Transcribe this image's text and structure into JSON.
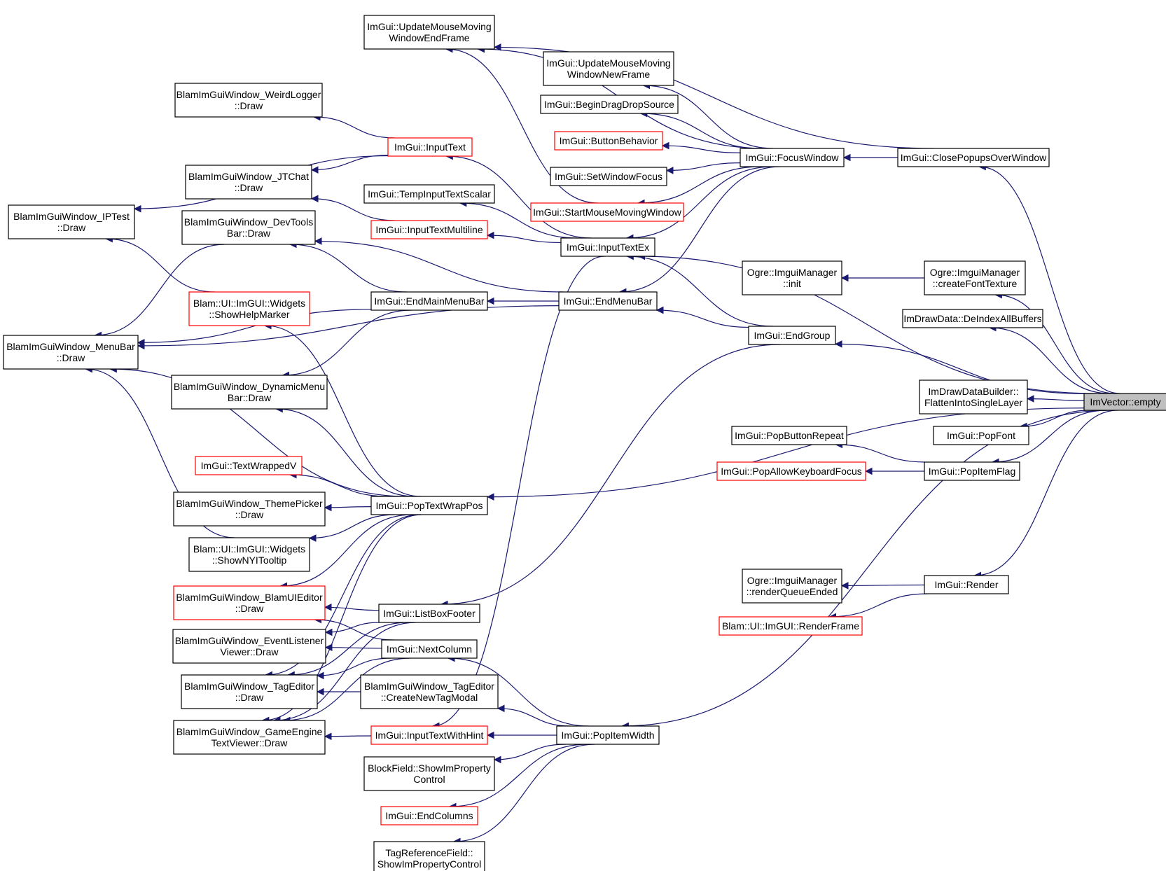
{
  "diagram": {
    "root": "n_root",
    "nodes": [
      {
        "id": "n_root",
        "lines": [
          "ImVector::empty"
        ],
        "border": "black",
        "fill": "#bfbfbf"
      },
      {
        "id": "n_umm_end",
        "lines": [
          "ImGui::UpdateMouseMoving",
          "WindowEndFrame"
        ],
        "border": "black"
      },
      {
        "id": "n_umm_new",
        "lines": [
          "ImGui::UpdateMouseMoving",
          "WindowNewFrame"
        ],
        "border": "black"
      },
      {
        "id": "n_bdds",
        "lines": [
          "ImGui::BeginDragDropSource"
        ],
        "border": "black"
      },
      {
        "id": "n_btnbeh",
        "lines": [
          "ImGui::ButtonBehavior"
        ],
        "border": "red"
      },
      {
        "id": "n_setwf",
        "lines": [
          "ImGui::SetWindowFocus"
        ],
        "border": "black"
      },
      {
        "id": "n_smmw",
        "lines": [
          "ImGui::StartMouseMovingWindow"
        ],
        "border": "red"
      },
      {
        "id": "n_focus",
        "lines": [
          "ImGui::FocusWindow"
        ],
        "border": "black"
      },
      {
        "id": "n_closepop",
        "lines": [
          "ImGui::ClosePopupsOverWindow"
        ],
        "border": "black"
      },
      {
        "id": "n_weird",
        "lines": [
          "BlamImGuiWindow_WeirdLogger",
          "::Draw"
        ],
        "border": "black"
      },
      {
        "id": "n_inputtext",
        "lines": [
          "ImGui::InputText"
        ],
        "border": "red"
      },
      {
        "id": "n_jchat",
        "lines": [
          "BlamImGuiWindow_JTChat",
          "::Draw"
        ],
        "border": "black"
      },
      {
        "id": "n_tempin",
        "lines": [
          "ImGui::TempInputTextScalar"
        ],
        "border": "black"
      },
      {
        "id": "n_iptest",
        "lines": [
          "BlamImGuiWindow_IPTest",
          "::Draw"
        ],
        "border": "black"
      },
      {
        "id": "n_devtools",
        "lines": [
          "BlamImGuiWindow_DevTools",
          "Bar::Draw"
        ],
        "border": "black"
      },
      {
        "id": "n_itmulti",
        "lines": [
          "ImGui::InputTextMultiline"
        ],
        "border": "red"
      },
      {
        "id": "n_itex",
        "lines": [
          "ImGui::InputTextEx"
        ],
        "border": "black"
      },
      {
        "id": "n_ogre_init",
        "lines": [
          "Ogre::ImguiManager",
          "::init"
        ],
        "border": "black"
      },
      {
        "id": "n_ogre_cft",
        "lines": [
          "Ogre::ImguiManager",
          "::createFontTexture"
        ],
        "border": "black"
      },
      {
        "id": "n_helpm",
        "lines": [
          "Blam::UI::ImGUI::Widgets",
          "::ShowHelpMarker"
        ],
        "border": "red"
      },
      {
        "id": "n_endmain",
        "lines": [
          "ImGui::EndMainMenuBar"
        ],
        "border": "black"
      },
      {
        "id": "n_endmenu",
        "lines": [
          "ImGui::EndMenuBar"
        ],
        "border": "black"
      },
      {
        "id": "n_deindex",
        "lines": [
          "ImDrawData::DeIndexAllBuffers"
        ],
        "border": "black"
      },
      {
        "id": "n_menubar",
        "lines": [
          "BlamImGuiWindow_MenuBar",
          "::Draw"
        ],
        "border": "black"
      },
      {
        "id": "n_endgroup",
        "lines": [
          "ImGui::EndGroup"
        ],
        "border": "black"
      },
      {
        "id": "n_dynmenu",
        "lines": [
          "BlamImGuiWindow_DynamicMenu",
          "Bar::Draw"
        ],
        "border": "black"
      },
      {
        "id": "n_flatten",
        "lines": [
          "ImDrawDataBuilder::",
          "FlattenIntoSingleLayer"
        ],
        "border": "black"
      },
      {
        "id": "n_popbr",
        "lines": [
          "ImGui::PopButtonRepeat"
        ],
        "border": "black"
      },
      {
        "id": "n_popfont",
        "lines": [
          "ImGui::PopFont"
        ],
        "border": "black"
      },
      {
        "id": "n_popakf",
        "lines": [
          "ImGui::PopAllowKeyboardFocus"
        ],
        "border": "red"
      },
      {
        "id": "n_popif",
        "lines": [
          "ImGui::PopItemFlag"
        ],
        "border": "black"
      },
      {
        "id": "n_twv",
        "lines": [
          "ImGui::TextWrappedV"
        ],
        "border": "red"
      },
      {
        "id": "n_theme",
        "lines": [
          "BlamImGuiWindow_ThemePicker",
          "::Draw"
        ],
        "border": "black"
      },
      {
        "id": "n_poptwp",
        "lines": [
          "ImGui::PopTextWrapPos"
        ],
        "border": "black"
      },
      {
        "id": "n_nyi",
        "lines": [
          "Blam::UI::ImGUI::Widgets",
          "::ShowNYITooltip"
        ],
        "border": "black"
      },
      {
        "id": "n_ogre_rqe",
        "lines": [
          "Ogre::ImguiManager",
          "::renderQueueEnded"
        ],
        "border": "black"
      },
      {
        "id": "n_render",
        "lines": [
          "ImGui::Render"
        ],
        "border": "black"
      },
      {
        "id": "n_blamui",
        "lines": [
          "BlamImGuiWindow_BlamUIEditor",
          "::Draw"
        ],
        "border": "red"
      },
      {
        "id": "n_lbf",
        "lines": [
          "ImGui::ListBoxFooter"
        ],
        "border": "black"
      },
      {
        "id": "n_renderframe",
        "lines": [
          "Blam::UI::ImGUI::RenderFrame"
        ],
        "border": "red"
      },
      {
        "id": "n_evtlist",
        "lines": [
          "BlamImGuiWindow_EventListener",
          "Viewer::Draw"
        ],
        "border": "black"
      },
      {
        "id": "n_nextcol",
        "lines": [
          "ImGui::NextColumn"
        ],
        "border": "black"
      },
      {
        "id": "n_tageditor",
        "lines": [
          "BlamImGuiWindow_TagEditor",
          "::Draw"
        ],
        "border": "black"
      },
      {
        "id": "n_tagnew",
        "lines": [
          "BlamImGuiWindow_TagEditor",
          "::CreateNewTagModal"
        ],
        "border": "black"
      },
      {
        "id": "n_gametext",
        "lines": [
          "BlamImGuiWindow_GameEngine",
          "TextViewer::Draw"
        ],
        "border": "black"
      },
      {
        "id": "n_ithint",
        "lines": [
          "ImGui::InputTextWithHint"
        ],
        "border": "red"
      },
      {
        "id": "n_popiw",
        "lines": [
          "ImGui::PopItemWidth"
        ],
        "border": "black"
      },
      {
        "id": "n_blockfield",
        "lines": [
          "BlockField::ShowImProperty",
          "Control"
        ],
        "border": "black"
      },
      {
        "id": "n_endcols",
        "lines": [
          "ImGui::EndColumns"
        ],
        "border": "red"
      },
      {
        "id": "n_tagref",
        "lines": [
          "TagReferenceField::",
          "ShowImPropertyControl"
        ],
        "border": "black"
      }
    ],
    "edges": [
      [
        "n_umm_end",
        "n_focus"
      ],
      [
        "n_umm_end",
        "n_closepop"
      ],
      [
        "n_umm_end",
        "n_smmw"
      ],
      [
        "n_umm_new",
        "n_focus"
      ],
      [
        "n_bdds",
        "n_focus"
      ],
      [
        "n_btnbeh",
        "n_focus"
      ],
      [
        "n_setwf",
        "n_focus"
      ],
      [
        "n_smmw",
        "n_focus"
      ],
      [
        "n_itex",
        "n_focus"
      ],
      [
        "n_endmenu",
        "n_focus"
      ],
      [
        "n_focus",
        "n_closepop"
      ],
      [
        "n_closepop",
        "n_root"
      ],
      [
        "n_weird",
        "n_inputtext"
      ],
      [
        "n_iptest",
        "n_inputtext"
      ],
      [
        "n_jchat",
        "n_inputtext"
      ],
      [
        "n_inputtext",
        "n_itex"
      ],
      [
        "n_tempin",
        "n_itex"
      ],
      [
        "n_itmulti",
        "n_itex"
      ],
      [
        "n_jchat",
        "n_itmulti"
      ],
      [
        "n_ithint",
        "n_itex"
      ],
      [
        "n_itex",
        "n_root"
      ],
      [
        "n_itex",
        "n_endgroup"
      ],
      [
        "n_ogre_init",
        "n_ogre_cft"
      ],
      [
        "n_ogre_cft",
        "n_root"
      ],
      [
        "n_deindex",
        "n_root"
      ],
      [
        "n_devtools",
        "n_endmain"
      ],
      [
        "n_devtools",
        "n_endmenu"
      ],
      [
        "n_menubar",
        "n_devtools"
      ],
      [
        "n_menubar",
        "n_endmain"
      ],
      [
        "n_menubar",
        "n_endmenu"
      ],
      [
        "n_dynmenu",
        "n_endmain"
      ],
      [
        "n_endmain",
        "n_endmenu"
      ],
      [
        "n_endmenu",
        "n_endgroup"
      ],
      [
        "n_endgroup",
        "n_root"
      ],
      [
        "n_iptest",
        "n_helpm"
      ],
      [
        "n_menubar",
        "n_nyi"
      ],
      [
        "n_menubar",
        "n_poptwp"
      ],
      [
        "n_flatten",
        "n_root"
      ],
      [
        "n_popfont",
        "n_root"
      ],
      [
        "n_popbr",
        "n_popif"
      ],
      [
        "n_popakf",
        "n_popif"
      ],
      [
        "n_popif",
        "n_root"
      ],
      [
        "n_twv",
        "n_poptwp"
      ],
      [
        "n_theme",
        "n_poptwp"
      ],
      [
        "n_nyi",
        "n_poptwp"
      ],
      [
        "n_helpm",
        "n_poptwp"
      ],
      [
        "n_dynmenu",
        "n_poptwp"
      ],
      [
        "n_blamui",
        "n_poptwp"
      ],
      [
        "n_tageditor",
        "n_poptwp"
      ],
      [
        "n_gametext",
        "n_poptwp"
      ],
      [
        "n_poptwp",
        "n_root"
      ],
      [
        "n_ogre_rqe",
        "n_render"
      ],
      [
        "n_renderframe",
        "n_render"
      ],
      [
        "n_render",
        "n_root"
      ],
      [
        "n_blamui",
        "n_lbf"
      ],
      [
        "n_blamui",
        "n_nextcol"
      ],
      [
        "n_evtlist",
        "n_lbf"
      ],
      [
        "n_evtlist",
        "n_nextcol"
      ],
      [
        "n_tageditor",
        "n_lbf"
      ],
      [
        "n_tageditor",
        "n_nextcol"
      ],
      [
        "n_tageditor",
        "n_tagnew"
      ],
      [
        "n_gametext",
        "n_lbf"
      ],
      [
        "n_gametext",
        "n_nextcol"
      ],
      [
        "n_gametext",
        "n_ithint"
      ],
      [
        "n_lbf",
        "n_endgroup"
      ],
      [
        "n_nextcol",
        "n_popiw"
      ],
      [
        "n_tagnew",
        "n_popiw"
      ],
      [
        "n_ithint",
        "n_popiw"
      ],
      [
        "n_blockfield",
        "n_popiw"
      ],
      [
        "n_endcols",
        "n_popiw"
      ],
      [
        "n_tagref",
        "n_popiw"
      ],
      [
        "n_popiw",
        "n_root"
      ]
    ]
  },
  "colors": {
    "edge": "#191970",
    "border_black": "#000000",
    "border_red": "#ff0000",
    "root_fill": "#bfbfbf",
    "node_fill": "#ffffff"
  }
}
